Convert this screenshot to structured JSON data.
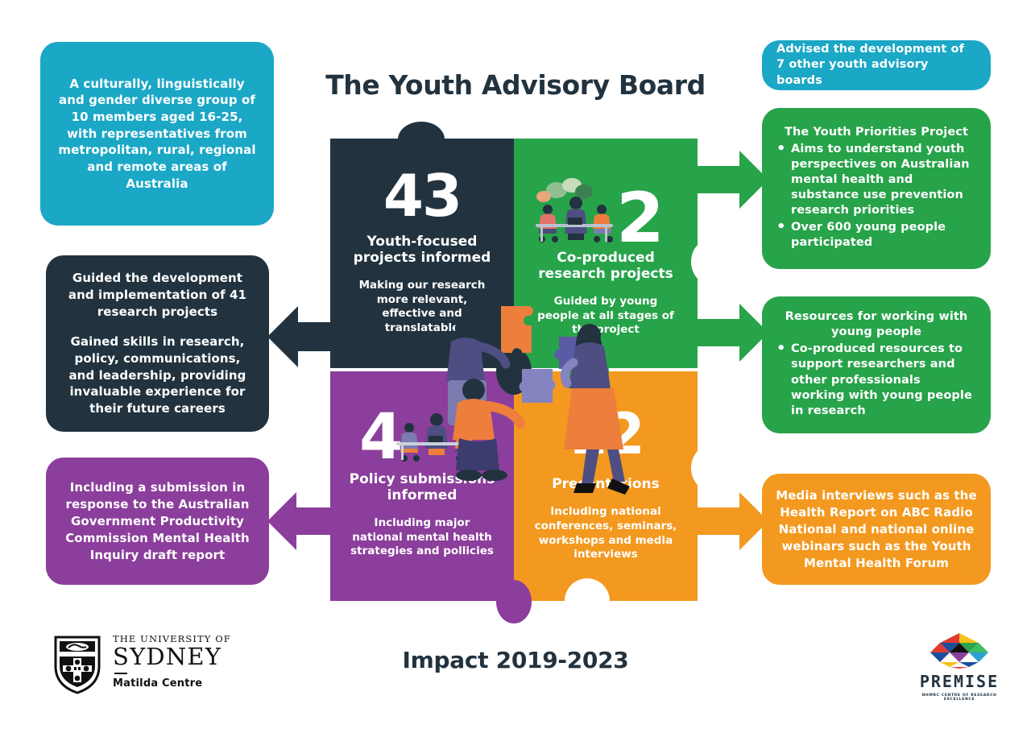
{
  "header": {
    "title": "The Youth Advisory Board"
  },
  "footer": {
    "impact_title": "Impact 2019-2023",
    "university": {
      "line1": "THE UNIVERSITY OF",
      "line2": "SYDNEY",
      "line3": "Matilda Centre"
    },
    "premise": {
      "word": "PREMISE",
      "subtitle": "NHMRC CENTRE OF RESEARCH EXCELLENCE"
    }
  },
  "colors": {
    "teal": "#1BA7C6",
    "navy": "#22333F",
    "purple": "#8B3E9B",
    "green": "#27A34A",
    "orange": "#F3991F",
    "white": "#FFFFFF"
  },
  "left_cards": [
    {
      "id": "membership",
      "color": "#1BA7C6",
      "text": "A culturally, linguistically and gender diverse group of 10 members aged 16-25, with representatives from metropolitan, rural, regional and remote areas of Australia"
    },
    {
      "id": "research-projects",
      "color": "#22333F",
      "paragraph1": "Guided the development and implementation of 41 research projects",
      "paragraph2": "Gained skills in research, policy, communications, and leadership, providing invaluable experience for their future careers"
    },
    {
      "id": "policy-submission",
      "color": "#8B3E9B",
      "text": "Including a submission in response to the Australian Government Productivity Commission Mental Health Inquiry draft report"
    }
  ],
  "right_cards": [
    {
      "id": "advisory-boards",
      "color": "#1BA7C6",
      "text": "Advised the development of 7 other youth advisory boards"
    },
    {
      "id": "youth-priorities-project",
      "color": "#27A34A",
      "heading": "The Youth Priorities Project",
      "bullets": [
        "Aims to understand youth perspectives on Australian mental health and substance use prevention research priorities",
        "Over 600 young people participated"
      ]
    },
    {
      "id": "resources",
      "color": "#27A34A",
      "heading": "Resources for working with young people",
      "bullets": [
        "Co-produced resources to support researchers and other professionals working with young people in research"
      ]
    },
    {
      "id": "media",
      "color": "#F3991F",
      "text": "Media interviews such as the Health Report on ABC Radio National and national online webinars such as the Youth Mental Health Forum"
    }
  ],
  "puzzle": {
    "top_left": {
      "color": "#22333F",
      "number": "43",
      "label": "Youth-focused projects informed",
      "sub": "Making our research more relevant, effective and translatable"
    },
    "top_right": {
      "color": "#27A34A",
      "number": "2",
      "label": "Co-produced research projects",
      "sub": "Guided by young people at all stages of the project"
    },
    "bottom_left": {
      "color": "#8B3E9B",
      "number": "4",
      "label": "Policy submissions informed",
      "sub": "Including major national mental health strategies and pollicies"
    },
    "bottom_right": {
      "color": "#F3991F",
      "number": "12",
      "label": "Presentations",
      "sub": "Including national conferences, seminars, workshops and media interviews"
    }
  },
  "arrows": [
    {
      "id": "arrow-navy-left",
      "direction": "left",
      "color": "#22333F"
    },
    {
      "id": "arrow-purple-left",
      "direction": "left",
      "color": "#8B3E9B"
    },
    {
      "id": "arrow-green-top-right",
      "direction": "right",
      "color": "#27A34A"
    },
    {
      "id": "arrow-green-bottom-right",
      "direction": "right",
      "color": "#27A34A"
    },
    {
      "id": "arrow-orange-right",
      "direction": "right",
      "color": "#F3991F"
    }
  ]
}
